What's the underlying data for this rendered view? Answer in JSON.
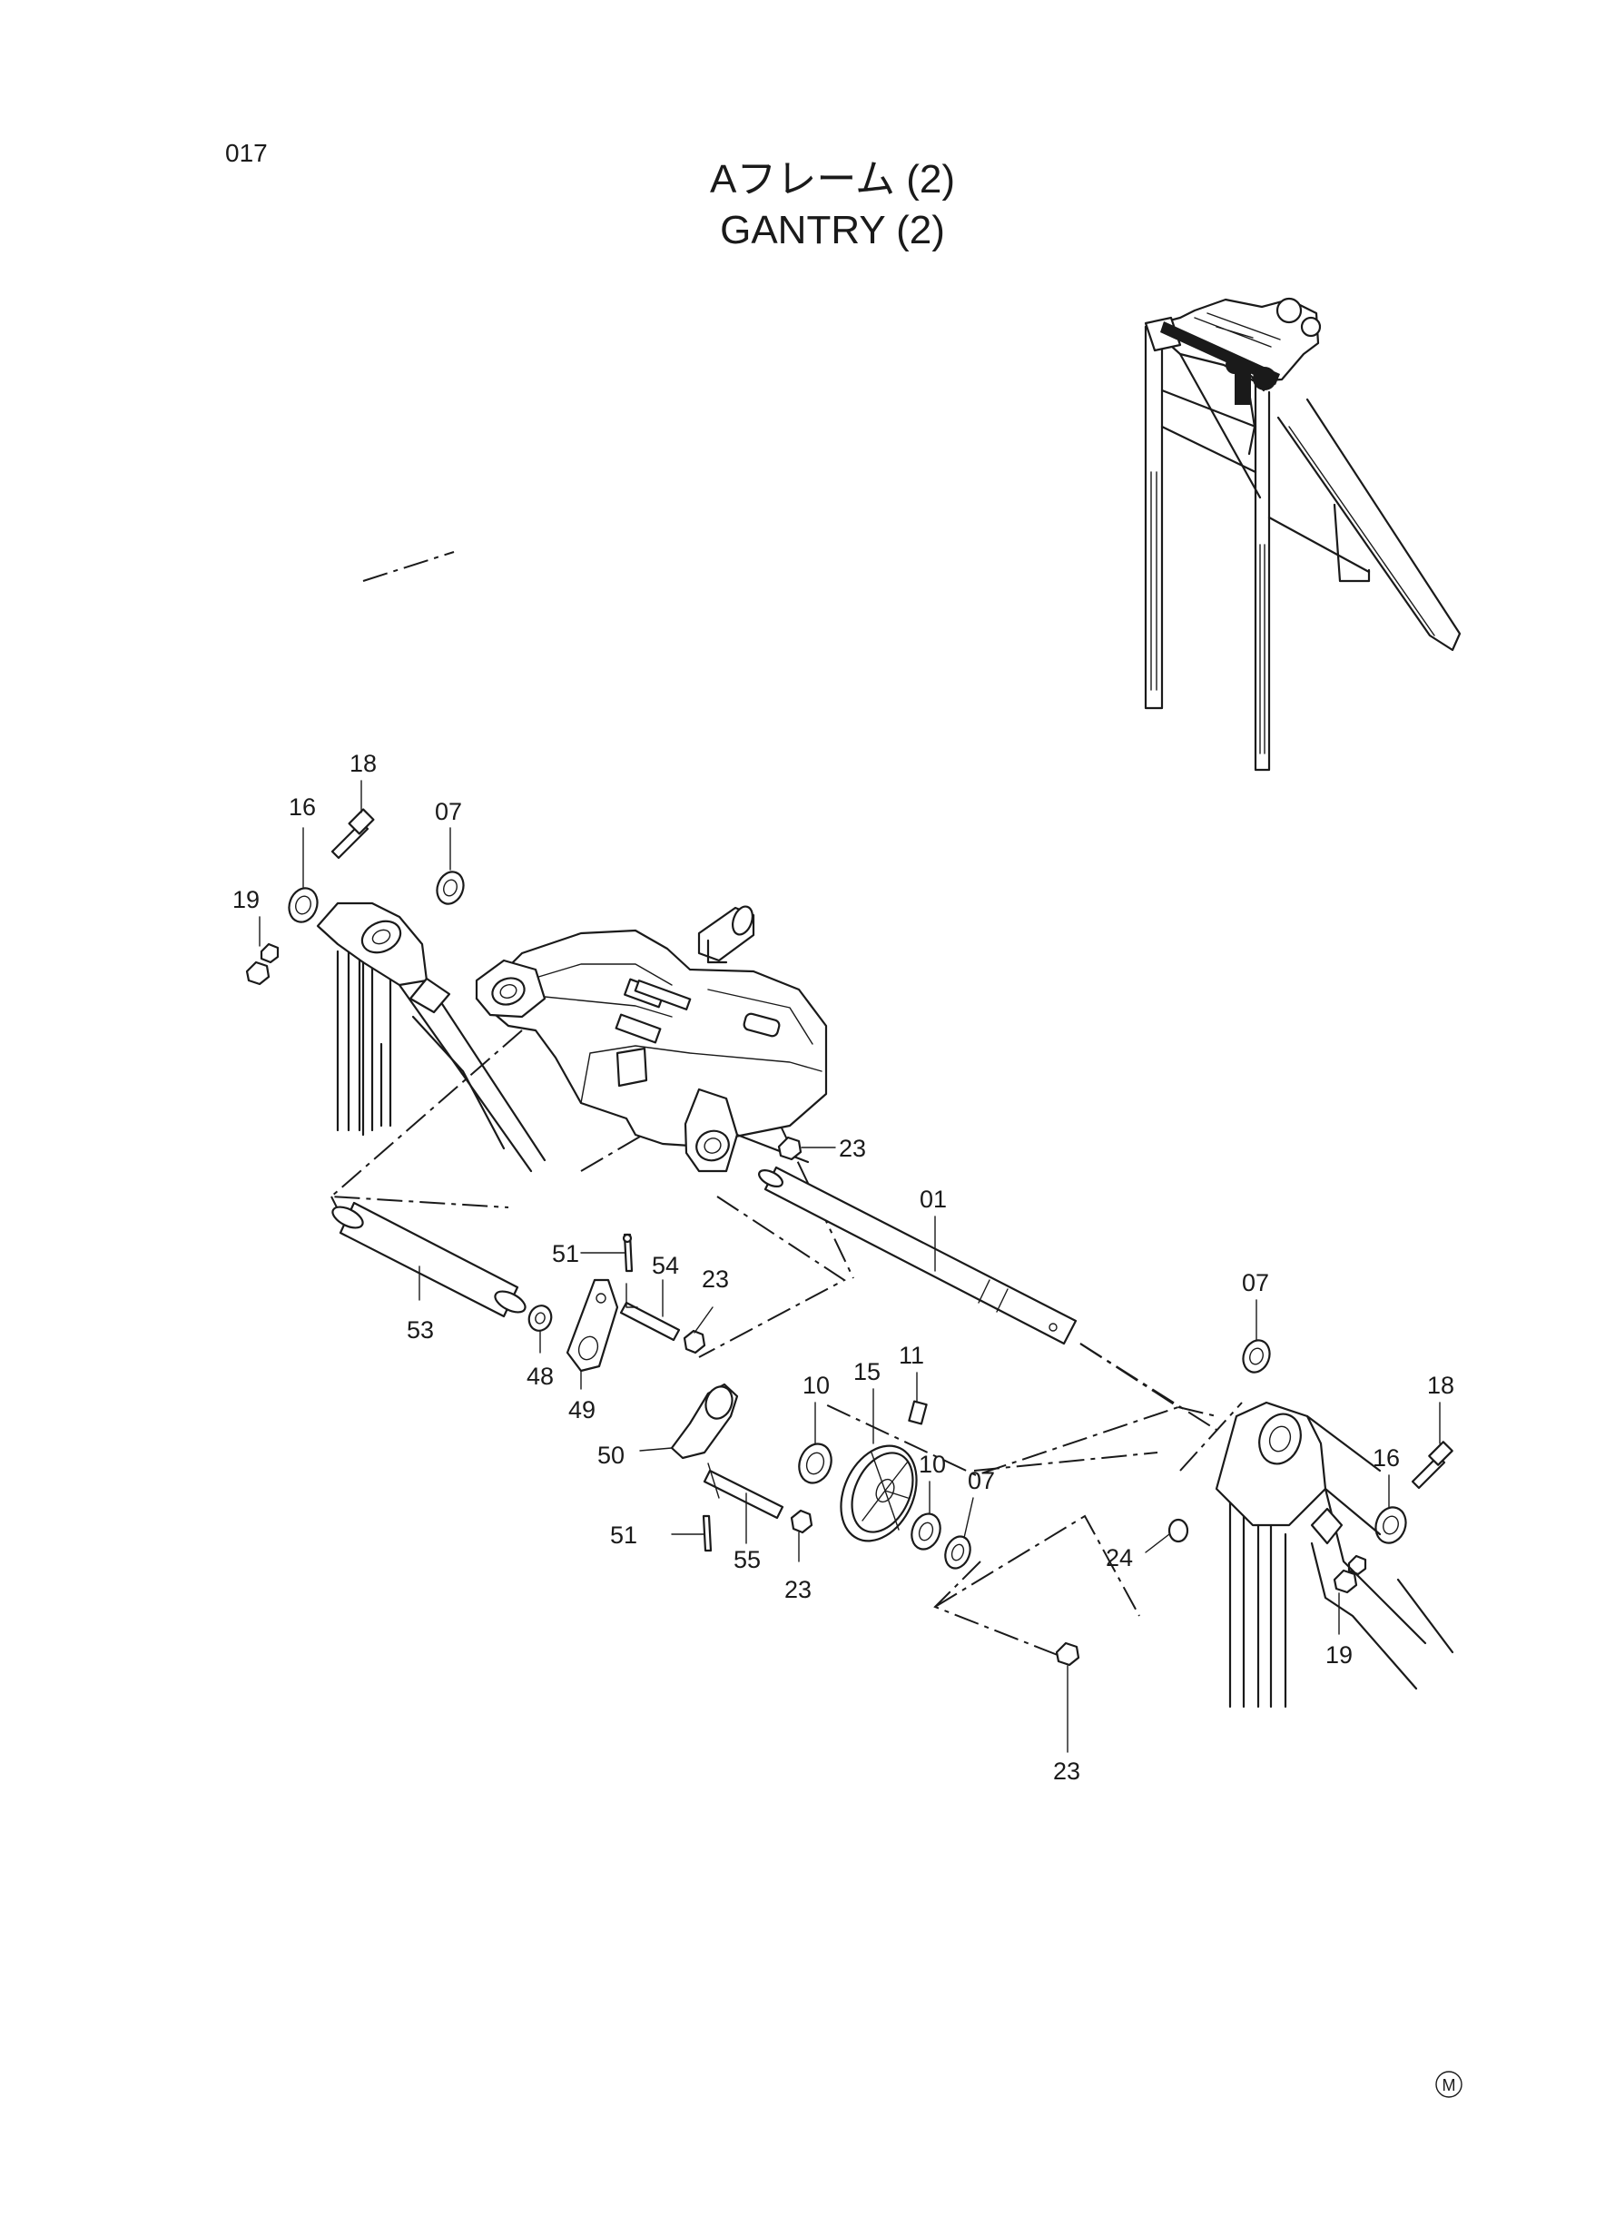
{
  "page_number": "017",
  "title_jp": "Aフレーム (2)",
  "title_en": "GANTRY (2)",
  "maker_mark": "M",
  "callouts": {
    "c18a": "18",
    "c16a": "16",
    "c07a": "07",
    "c19a": "19",
    "c23a": "23",
    "c01": "01",
    "c51a": "51",
    "c54": "54",
    "c23b": "23",
    "c53": "53",
    "c48": "48",
    "c49": "49",
    "c10a": "10",
    "c15": "15",
    "c11": "11",
    "c50": "50",
    "c10b": "10",
    "c07b": "07",
    "c51b": "51",
    "c55": "55",
    "c23c": "23",
    "c07c": "07",
    "c18b": "18",
    "c16b": "16",
    "c24": "24",
    "c19b": "19",
    "c23d": "23"
  }
}
